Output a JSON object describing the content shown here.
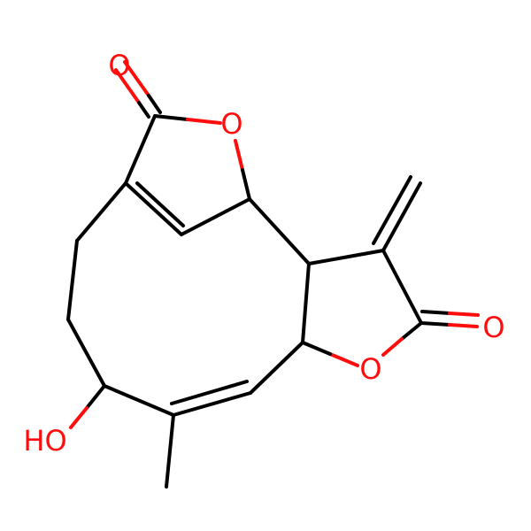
{
  "molecule": {
    "colors": {
      "carbon": "#000000",
      "oxygen": "#ff0d0d",
      "background": "#ffffff"
    },
    "atom_labels": {
      "o_carbonyl_top": "O",
      "o_ring_top": "O",
      "o_carbonyl_right": "O",
      "o_ring_bottom": "O",
      "hydroxyl": "HO"
    }
  }
}
